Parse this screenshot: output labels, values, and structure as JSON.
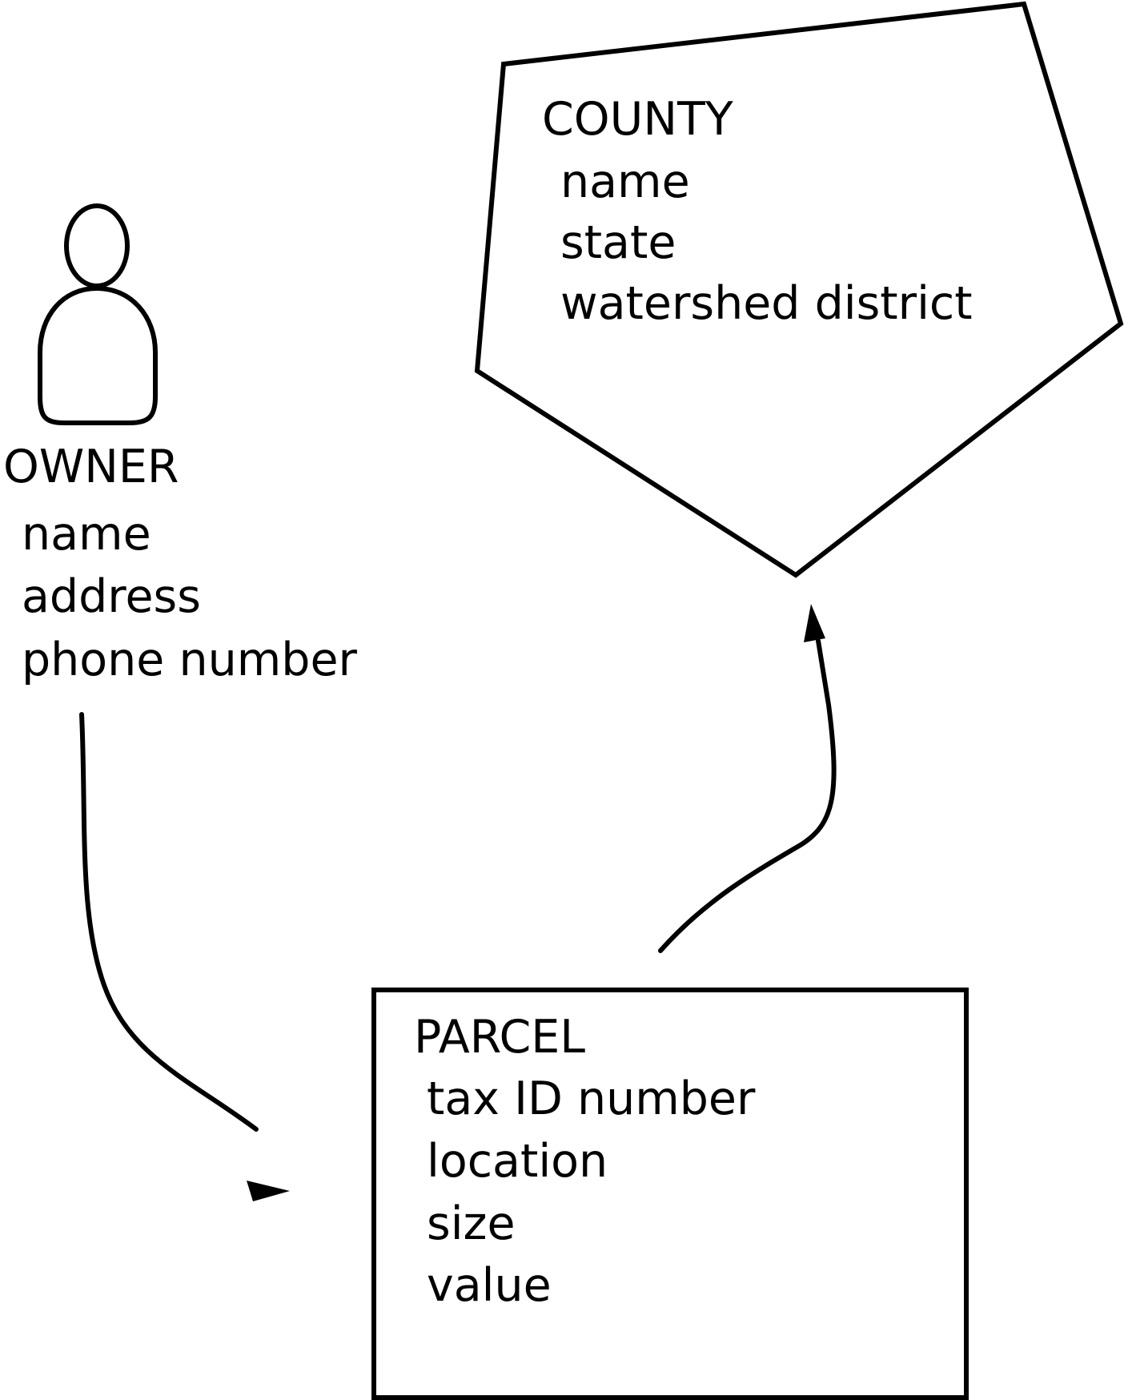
{
  "owner": {
    "title": "OWNER",
    "attributes": [
      "name",
      "address",
      "phone number"
    ]
  },
  "county": {
    "title": "COUNTY",
    "attributes": [
      "name",
      "state",
      "watershed district"
    ]
  },
  "parcel": {
    "title": "PARCEL",
    "attributes": [
      "tax ID number",
      "location",
      "size",
      "value"
    ]
  },
  "icons": {
    "owner": "person-icon",
    "county": "pentagon-shape",
    "parcel": "rectangle-shape"
  },
  "colors": {
    "stroke": "#000000",
    "background": "#ffffff"
  }
}
